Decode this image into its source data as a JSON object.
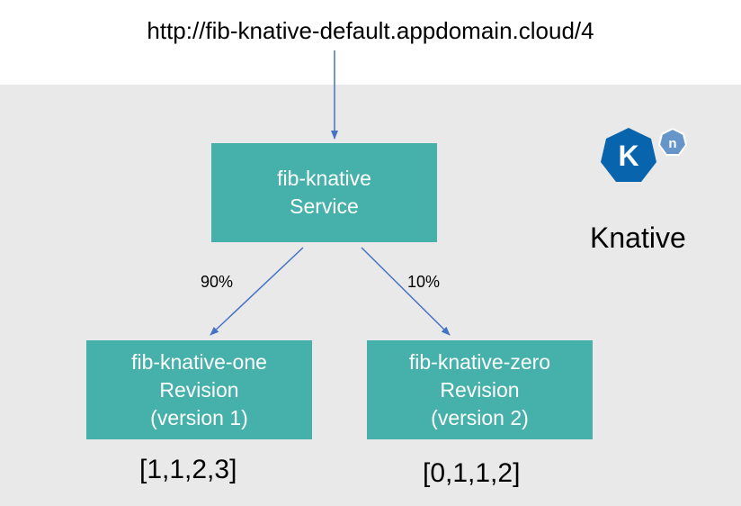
{
  "url": "http://fib-knative-default.appdomain.cloud/4",
  "service": {
    "name": "fib-knative",
    "kind": "Service"
  },
  "revisions": [
    {
      "name": "fib-knative-one",
      "kind": "Revision",
      "version": "(version 1)",
      "traffic": "90%",
      "result": "[1,1,2,3]"
    },
    {
      "name": "fib-knative-zero",
      "kind": "Revision",
      "version": "(version 2)",
      "traffic": "10%",
      "result": "[0,1,1,2]"
    }
  ],
  "logo": {
    "letter": "K",
    "badge": "n",
    "text": "Knative"
  },
  "colors": {
    "node": "#45b1aa",
    "band": "#e9e9e9",
    "arrow": "#4472c4",
    "logo": "#0865ad",
    "badge": "#6695ca"
  }
}
